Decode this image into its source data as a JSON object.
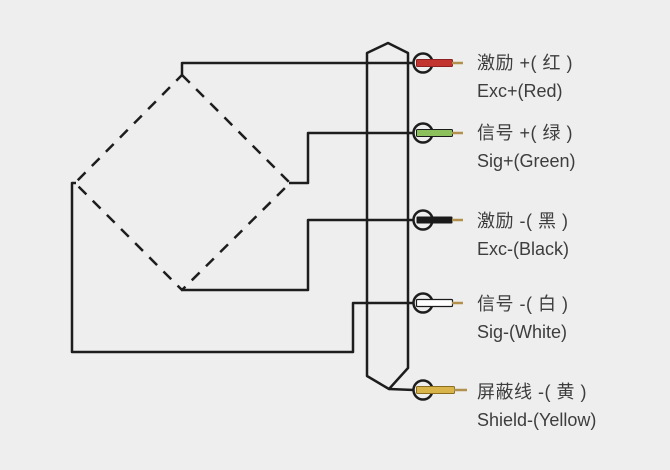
{
  "diagram": {
    "title": "load-cell-wiring-diagram",
    "background_color": "#eeeeee",
    "line_color": "#1d1d1d",
    "text_color": "#3d3d3d",
    "tip_color": "#b2914f",
    "bridge_icon": "dashed-diamond-strain-gauge-bridge",
    "cable_icon": "cable-body-outline",
    "wires": [
      {
        "name": "excitation-positive",
        "label_zh": "激励 +( 红 )",
        "label_en": "Exc+(Red)",
        "color": "#c2342f",
        "edge": "#8d2020"
      },
      {
        "name": "signal-positive",
        "label_zh": "信号 +( 绿 )",
        "label_en": "Sig+(Green)",
        "color": "#8cc05c",
        "edge": "#1a1a1a"
      },
      {
        "name": "excitation-negative",
        "label_zh": "激励 -( 黑 )",
        "label_en": "Exc-(Black)",
        "color": "#1a1a1a",
        "edge": "#1a1a1a"
      },
      {
        "name": "signal-negative",
        "label_zh": "信号 -( 白 )",
        "label_en": "Sig-(White)",
        "color": "#ffffff",
        "edge": "#1a1a1a"
      },
      {
        "name": "shield",
        "label_zh": "屏蔽线 -( 黄 )",
        "label_en": "Shield-(Yellow)",
        "color": "#d8b44a",
        "edge": "#8a6d1f"
      }
    ]
  }
}
